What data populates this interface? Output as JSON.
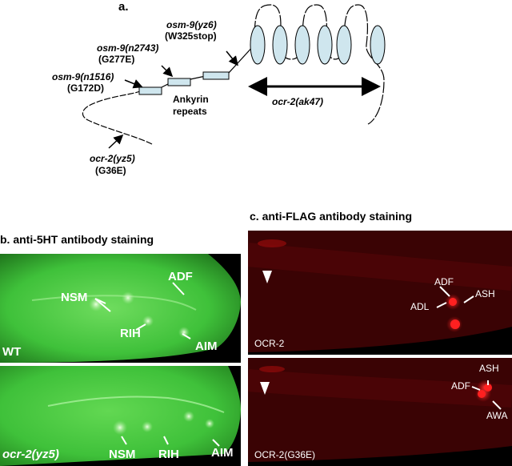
{
  "panel_a": {
    "label": "a.",
    "mutations": {
      "yz6_name": "osm-9(yz6)",
      "yz6_change": "(W325stop)",
      "n2743_name": "osm-9(n2743)",
      "n2743_change": "(G277E)",
      "n1516_name": "osm-9(n1516)",
      "n1516_change": "(G172D)",
      "yz5_name": "ocr-2(yz5)",
      "yz5_change": "(G36E)"
    },
    "ankyrin_line1": "Ankyrin",
    "ankyrin_line2": "repeats",
    "deletion_label": "ocr-2(ak47)"
  },
  "panel_b": {
    "title": "b. anti-5HT antibody staining",
    "top": {
      "genotype": "WT",
      "cells": {
        "adf": "ADF",
        "nsm": "NSM",
        "rih": "RIH",
        "aim": "AIM"
      }
    },
    "bottom": {
      "genotype": "ocr-2(yz5)",
      "cells": {
        "nsm": "NSM",
        "rih": "RIH",
        "aim": "AIM"
      }
    }
  },
  "panel_c": {
    "title": "c. anti-FLAG antibody staining",
    "top": {
      "genotype": "OCR-2",
      "cells": {
        "adf": "ADF",
        "adl": "ADL",
        "ash": "ASH"
      }
    },
    "bottom": {
      "genotype": "OCR-2(G36E)",
      "cells": {
        "adf": "ADF",
        "ash": "ASH",
        "awa": "AWA"
      }
    }
  },
  "colors": {
    "gfp_green": "#3fc13a",
    "flag_red": "#d01212",
    "domain_fill": "#cfe6ee"
  }
}
